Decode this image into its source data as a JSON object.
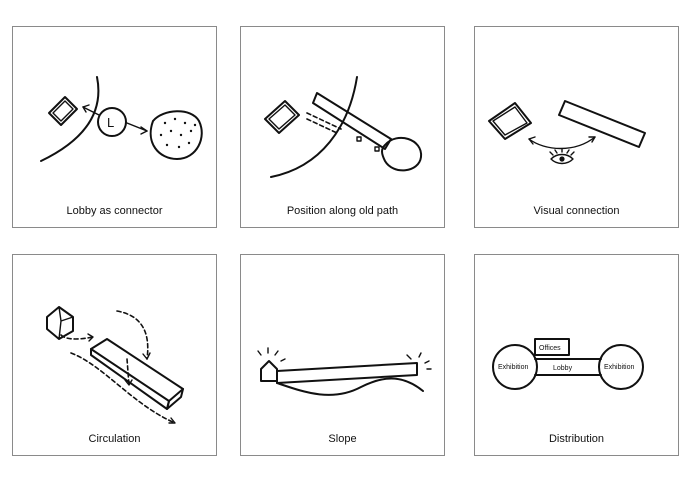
{
  "panels": [
    {
      "caption": "Lobby as connector"
    },
    {
      "caption": "Position along old path"
    },
    {
      "caption": "Visual connection"
    },
    {
      "caption": "Circulation"
    },
    {
      "caption": "Slope"
    },
    {
      "caption": "Distribution"
    }
  ],
  "labels": {
    "lobby_marker": "L",
    "exhibition_left": "Exhibition",
    "exhibition_right": "Exhibition",
    "lobby": "Lobby",
    "offices": "Offices"
  }
}
